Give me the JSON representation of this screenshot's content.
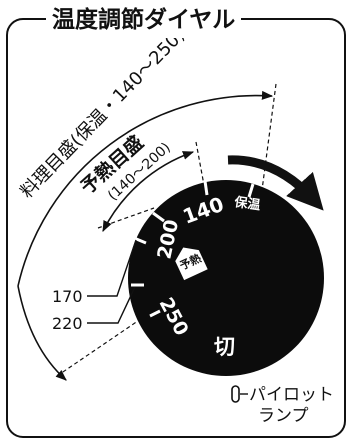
{
  "title": "温度調節ダイヤル",
  "arc_labels": {
    "cooking_range": "料理目盛(保温・140～250)",
    "preheat_title": "予熱目盛",
    "preheat_range": "(140～200)"
  },
  "dial": {
    "marks": [
      "140",
      "200",
      "250",
      "切"
    ],
    "keep_warm": "保温",
    "preheat": "予熱"
  },
  "side_marks": [
    "170",
    "220"
  ],
  "lamp_label": [
    "パイロット",
    "ランプ"
  ],
  "colors": {
    "ink": "#111111",
    "dial": "#0c0c0c",
    "paper": "#ffffff"
  }
}
